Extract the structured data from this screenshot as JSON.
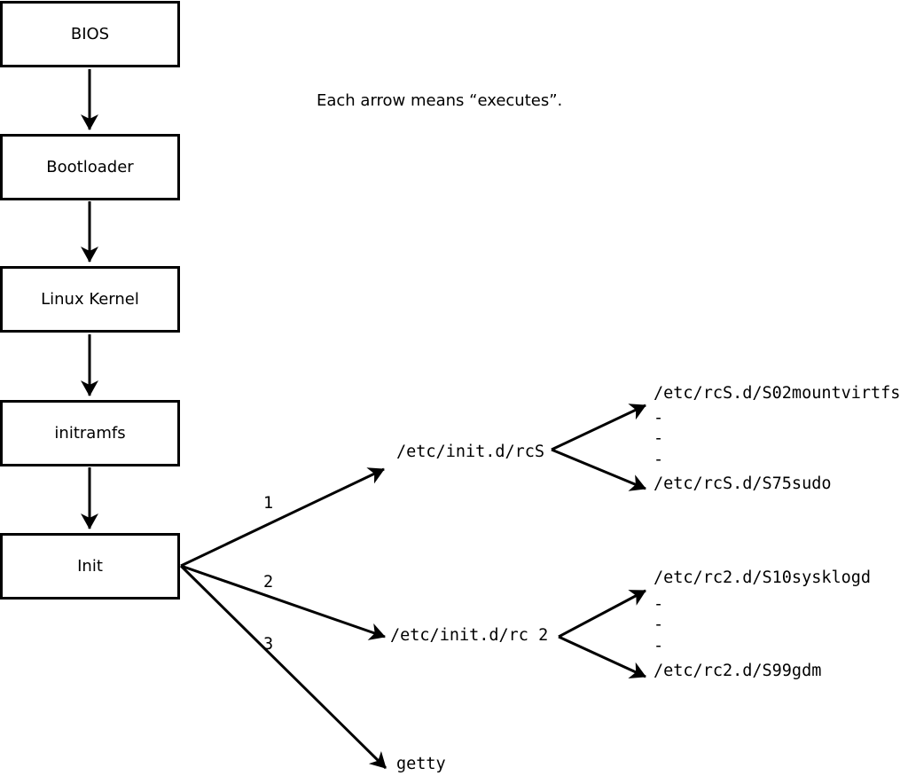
{
  "note": "Each arrow means “executes”.",
  "chain": [
    {
      "label": "BIOS"
    },
    {
      "label": "Bootloader"
    },
    {
      "label": "Linux Kernel"
    },
    {
      "label": "initramfs"
    },
    {
      "label": "Init"
    }
  ],
  "branch1": {
    "number": "1",
    "target": "/etc/init.d/rcS",
    "first": "/etc/rcS.d/S02mountvirtfs",
    "dots": [
      "-",
      "-",
      "-"
    ],
    "last": "/etc/rcS.d/S75sudo"
  },
  "branch2": {
    "number": "2",
    "target": "/etc/init.d/rc 2",
    "first": "/etc/rc2.d/S10sysklogd",
    "dots": [
      "-",
      "-",
      "-"
    ],
    "last": "/etc/rc2.d/S99gdm"
  },
  "branch3": {
    "number": "3",
    "target": "getty"
  },
  "colors": {
    "line": "#000000",
    "background": "#ffffff"
  }
}
